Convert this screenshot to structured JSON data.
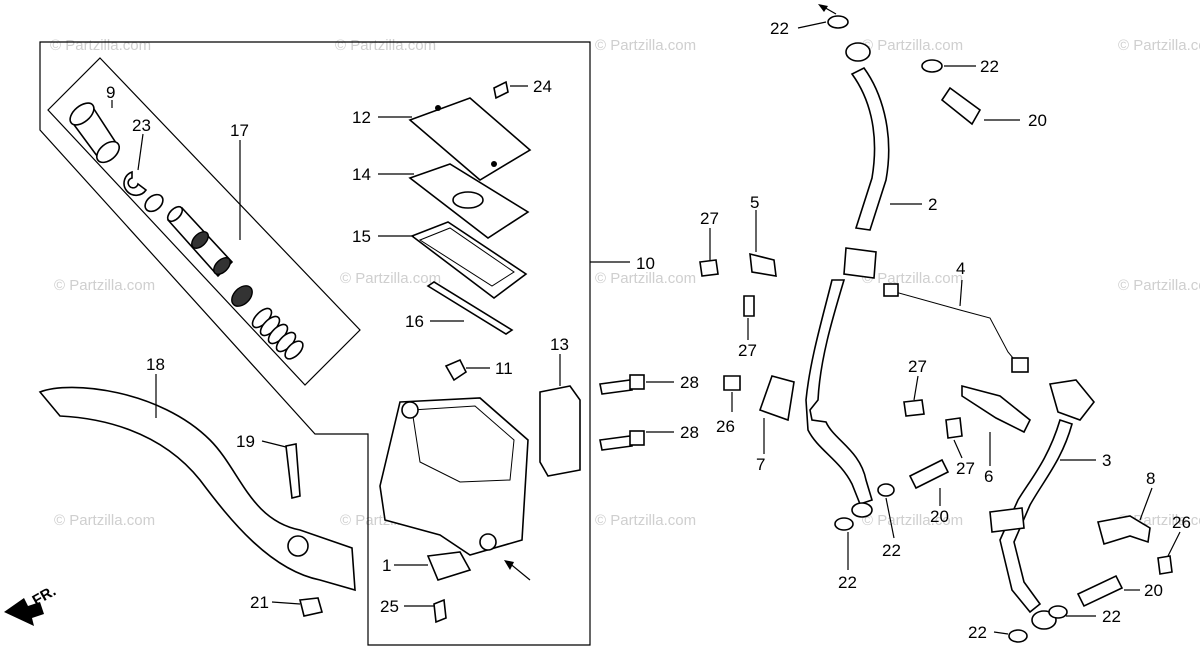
{
  "watermark": {
    "text": "© Partzilla.com"
  },
  "direction_label": "FR.",
  "callouts": [
    {
      "id": "c-9",
      "label": "9"
    },
    {
      "id": "c-23",
      "label": "23"
    },
    {
      "id": "c-17",
      "label": "17"
    },
    {
      "id": "c-24",
      "label": "24"
    },
    {
      "id": "c-12",
      "label": "12"
    },
    {
      "id": "c-14",
      "label": "14"
    },
    {
      "id": "c-15",
      "label": "15"
    },
    {
      "id": "c-16",
      "label": "16"
    },
    {
      "id": "c-10",
      "label": "10"
    },
    {
      "id": "c-11",
      "label": "11"
    },
    {
      "id": "c-13",
      "label": "13"
    },
    {
      "id": "c-18",
      "label": "18"
    },
    {
      "id": "c-19",
      "label": "19"
    },
    {
      "id": "c-1",
      "label": "1"
    },
    {
      "id": "c-25",
      "label": "25"
    },
    {
      "id": "c-21",
      "label": "21"
    },
    {
      "id": "c-28a",
      "label": "28"
    },
    {
      "id": "c-28b",
      "label": "28"
    },
    {
      "id": "c-22a",
      "label": "22"
    },
    {
      "id": "c-22b",
      "label": "22"
    },
    {
      "id": "c-20a",
      "label": "20"
    },
    {
      "id": "c-2",
      "label": "2"
    },
    {
      "id": "c-27a",
      "label": "27"
    },
    {
      "id": "c-5",
      "label": "5"
    },
    {
      "id": "c-27b",
      "label": "27"
    },
    {
      "id": "c-4",
      "label": "4"
    },
    {
      "id": "c-26a",
      "label": "26"
    },
    {
      "id": "c-7",
      "label": "7"
    },
    {
      "id": "c-27c",
      "label": "27"
    },
    {
      "id": "c-27d",
      "label": "27"
    },
    {
      "id": "c-6",
      "label": "6"
    },
    {
      "id": "c-3",
      "label": "3"
    },
    {
      "id": "c-20b",
      "label": "20"
    },
    {
      "id": "c-22c",
      "label": "22"
    },
    {
      "id": "c-22d",
      "label": "22"
    },
    {
      "id": "c-8",
      "label": "8"
    },
    {
      "id": "c-26b",
      "label": "26"
    },
    {
      "id": "c-20c",
      "label": "20"
    },
    {
      "id": "c-22e",
      "label": "22"
    },
    {
      "id": "c-22f",
      "label": "22"
    }
  ]
}
